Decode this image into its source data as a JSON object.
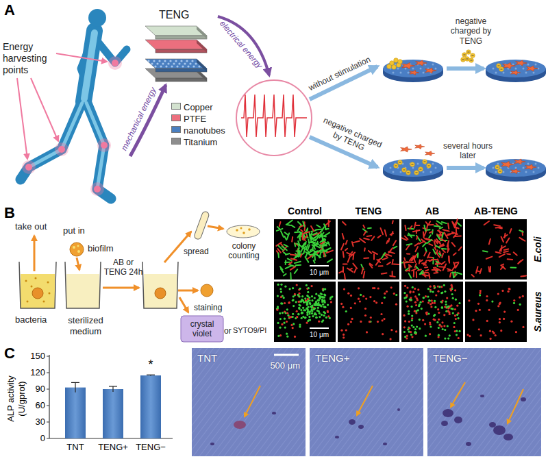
{
  "diagram": {
    "nodes": [
      {
        "text": [
          "TNT",
          "500 μm"
        ]
      },
      {
        "text": [
          "TENG+"
        ]
      },
      {
        "text": [
          "TENG−"
        ]
      }
    ],
    "labels": [
      "A",
      "Energy harvesting points",
      "TENG",
      "mechanical energy",
      "electrical energy",
      "without stimulation",
      "negative charged by TENG",
      "negative charged by TENG",
      "several hours later",
      "B",
      "take out",
      "put in",
      "biofilm",
      "bacteria",
      "sterilized medium",
      "AB or TENG 24h",
      "spread",
      "colony counting",
      "staining",
      "crystal violet",
      "or",
      "SYTO9/PI",
      "Control",
      "TENG",
      "AB",
      "AB-TENG",
      "E.coli",
      "S.aureus",
      "10 μm",
      "10 μm",
      "C",
      "ALP activity (U/gprot)",
      "150",
      "120",
      "90",
      "60",
      "30",
      "0",
      "TNT",
      "TENG+",
      "TENG−",
      "*"
    ],
    "legend": [
      {
        "text": "Copper",
        "color": "#d3e2cf"
      },
      {
        "text": "PTFE",
        "color": "#ec6f7e"
      },
      {
        "text": "nanotubes",
        "color": "#4a7fc0"
      },
      {
        "text": "Titanium",
        "color": "#8e8e8e"
      }
    ]
  }
}
